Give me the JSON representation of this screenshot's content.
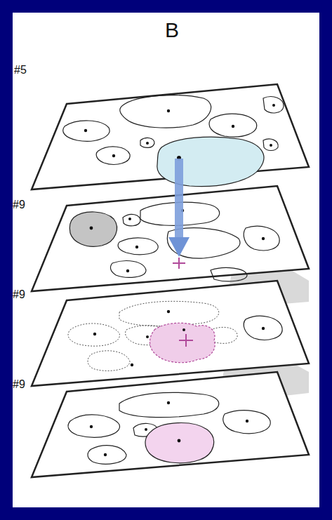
{
  "diagram": {
    "title": "B",
    "labels": [
      "#5",
      "#9",
      "#9",
      "#9"
    ]
  }
}
